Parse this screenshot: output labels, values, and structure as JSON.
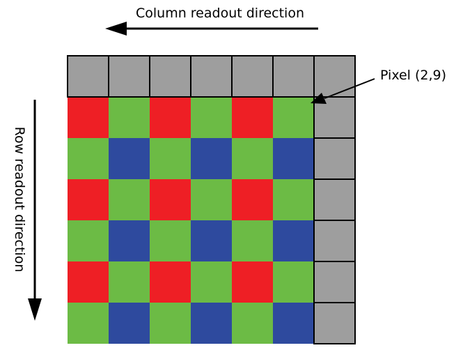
{
  "labels": {
    "column_direction": "Column readout direction",
    "row_direction": "Row readout direction",
    "pixel_callout": "Pixel (2,9)"
  },
  "colors": {
    "R": "#ee1f25",
    "G": "#6cbb45",
    "B": "#2e4a9e",
    "X": "#9e9e9e",
    "grid_line": "#000000"
  },
  "sensor": {
    "rows": [
      [
        "X",
        "X",
        "X",
        "X",
        "X",
        "X",
        "X"
      ],
      [
        "R",
        "G",
        "R",
        "G",
        "R",
        "G",
        "X"
      ],
      [
        "G",
        "B",
        "G",
        "B",
        "G",
        "B",
        "X"
      ],
      [
        "R",
        "G",
        "R",
        "G",
        "R",
        "G",
        "X"
      ],
      [
        "G",
        "B",
        "G",
        "B",
        "G",
        "B",
        "X"
      ],
      [
        "R",
        "G",
        "R",
        "G",
        "R",
        "G",
        "X"
      ],
      [
        "G",
        "B",
        "G",
        "B",
        "G",
        "B",
        "X"
      ]
    ]
  }
}
